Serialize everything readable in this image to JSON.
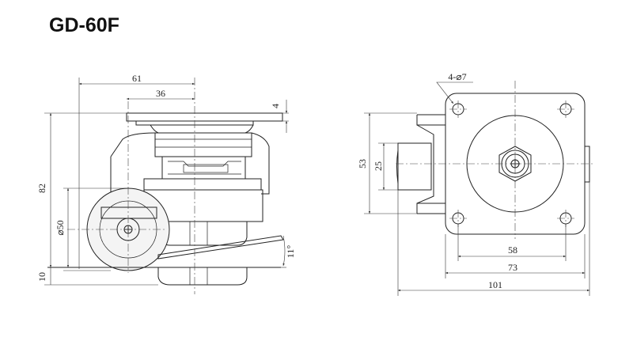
{
  "title": "GD-60F",
  "side_view": {
    "dim_width_total": "61",
    "dim_width_inner": "36",
    "dim_plate_thickness": "4",
    "dim_height": "82",
    "dim_wheel_diameter": "⌀50",
    "dim_pad_height": "10",
    "dim_angle": "11°"
  },
  "top_view": {
    "dim_holes": "4-⌀7",
    "dim_height_outer": "53",
    "dim_height_inner": "25",
    "dim_hole_spacing": "58",
    "dim_plate_width": "73",
    "dim_overall_width": "101"
  }
}
